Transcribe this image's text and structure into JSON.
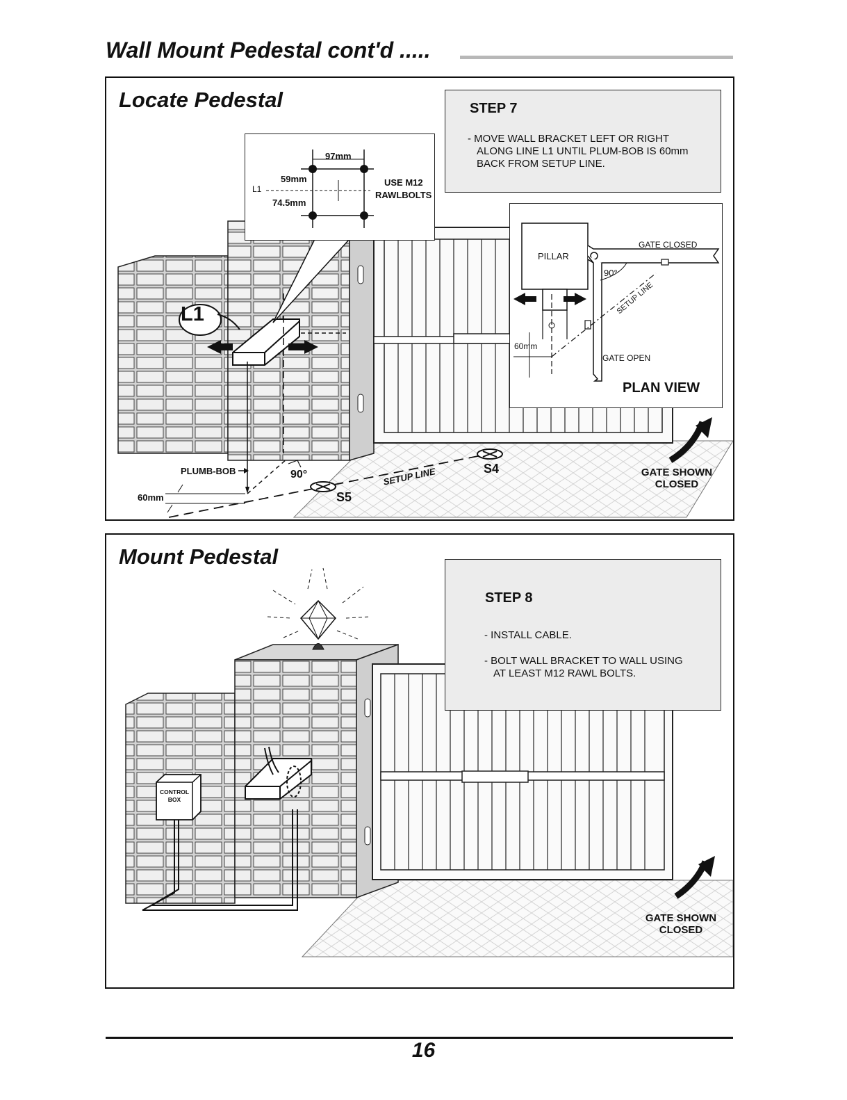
{
  "header": {
    "title": "Wall Mount Pedestal cont'd ....."
  },
  "panel_locate": {
    "heading": "Locate Pedestal",
    "step_title": "STEP 7",
    "step_lines": [
      "-  MOVE WALL BRACKET LEFT OR RIGHT ALONG LINE L1 UNTIL PLUM-BOB IS 60mm BACK FROM SETUP LINE."
    ],
    "callout": {
      "dim_97": "97mm",
      "dim_59": "59mm",
      "dim_745": "74.5mm",
      "line_l1": "L1",
      "bolts": [
        "USE M12",
        "RAWLBOLTS"
      ]
    },
    "plan_view": {
      "pillar": "PILLAR",
      "gate_closed": "GATE CLOSED",
      "gate_open": "GATE OPEN",
      "angle": "90°",
      "setup_line": "SETUP LINE",
      "dim_60": "60mm",
      "title": "PLAN VIEW"
    },
    "labels": {
      "l1_marker": "L1",
      "plumb_bob": "PLUMB-BOB",
      "dim_60": "60mm",
      "angle": "90°",
      "setup_line": "SETUP LINE",
      "s4": "S4",
      "s5": "S5",
      "gate_shown": [
        "GATE SHOWN",
        "CLOSED"
      ]
    }
  },
  "panel_mount": {
    "heading": "Mount Pedestal",
    "step_title": "STEP 8",
    "step_lines": [
      "-  INSTALL CABLE.",
      "-  BOLT WALL BRACKET TO WALL USING AT LEAST M12 RAWL BOLTS."
    ],
    "labels": {
      "control_box": [
        "CONTROL",
        "BOX"
      ],
      "gate_shown": [
        "GATE SHOWN",
        "CLOSED"
      ]
    }
  },
  "footer": {
    "page_number": "16"
  }
}
